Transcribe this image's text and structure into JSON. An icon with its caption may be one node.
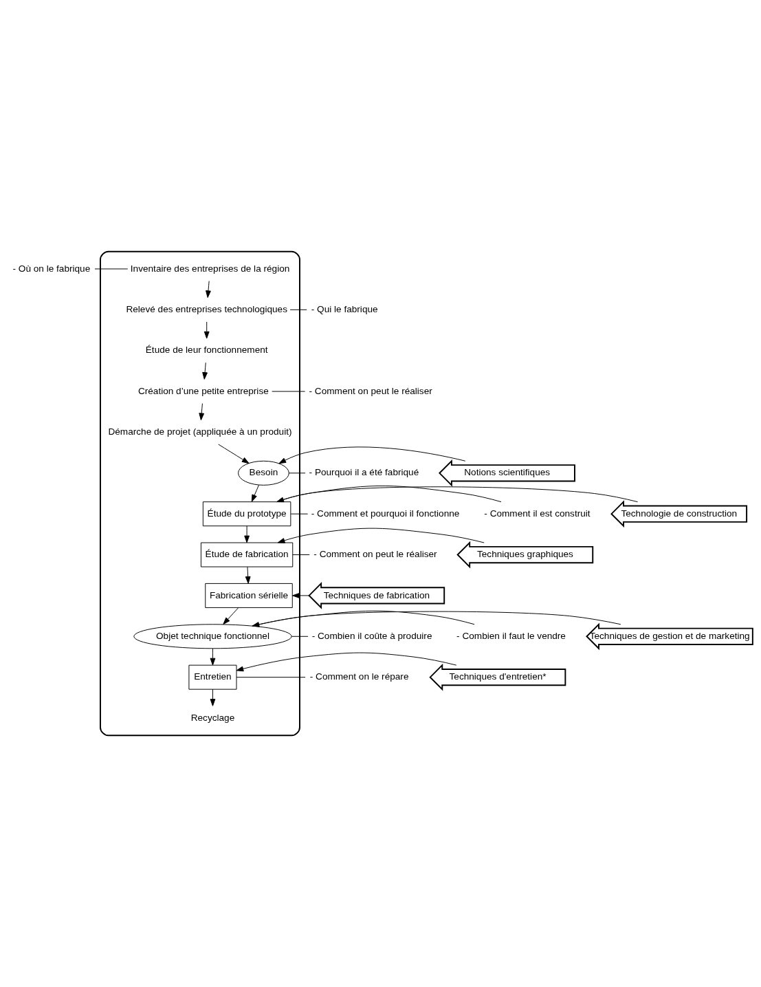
{
  "diagram": {
    "nodes": [
      {
        "text": [],
        "shape": "funnel"
      },
      {
        "text": [
          "Inventaire des entreprises de la région"
        ],
        "in": 0
      },
      {
        "text": [
          "Relevé des entreprises technologiques"
        ],
        "in": 0
      },
      {
        "text": [
          "Étude de leur fonctionnement"
        ],
        "in": 0
      },
      {
        "text": [
          "Création d’une petite entreprise"
        ],
        "in": 0
      },
      {
        "text": [
          "Démarche de projet (appliquée à un produit)"
        ],
        "in": 0
      },
      {
        "text": [
          "Besoin"
        ],
        "in": 0
      },
      {
        "text": [
          "Étude du prototype"
        ],
        "in": 0
      },
      {
        "text": [
          "Étude de fabrication"
        ],
        "in": 0
      },
      {
        "text": [
          "Fabrication sérielle"
        ],
        "in": 0
      },
      {
        "text": [
          "Objet technique fonctionnel"
        ],
        "in": 0
      },
      {
        "text": [
          "Entretien"
        ],
        "in": 0
      },
      {
        "text": [
          "Recyclage"
        ],
        "in": 0
      },
      {
        "text": [
          "- Où on le fabrique"
        ]
      },
      {
        "text": [
          "- Qui le fabrique"
        ]
      },
      {
        "text": [
          "- Comment on peut le réaliser"
        ]
      },
      {
        "text": [
          "- Pourquoi il a été fabriqué"
        ]
      },
      {
        "text": [
          "- Comment et pourquoi il fonctionne"
        ]
      },
      {
        "text": [
          "- Comment il est construit"
        ]
      },
      {
        "text": [
          "- Comment on peut le réaliser"
        ]
      },
      {
        "text": [
          "- Combien il coûte à produire"
        ]
      },
      {
        "text": [
          "- Combien il faut le vendre"
        ]
      },
      {
        "text": [
          "- Comment on le répare"
        ]
      },
      {
        "text": [
          "Notions scientifiques"
        ]
      },
      {
        "text": [
          "Technologie de construction"
        ]
      },
      {
        "text": [
          "Techniques graphiques"
        ]
      },
      {
        "text": [
          "Techniques de fabrication"
        ]
      },
      {
        "text": [
          "Techniques de gestion et de marketing"
        ]
      },
      {
        "text": [
          "Techniques d'entretien*"
        ]
      }
    ],
    "edges": [
      {
        "from": 1,
        "to": 2,
        "arrow": "to"
      },
      {
        "from": 2,
        "to": 3,
        "arrow": "to"
      },
      {
        "from": 3,
        "to": 4,
        "arrow": "to"
      },
      {
        "from": 4,
        "to": 5,
        "arrow": "to"
      },
      {
        "from": 5,
        "to": 6,
        "arrow": "to"
      },
      {
        "from": 6,
        "to": 7,
        "arrow": "to"
      },
      {
        "from": 7,
        "to": 8,
        "arrow": "to"
      },
      {
        "from": 8,
        "to": 9,
        "arrow": "to"
      },
      {
        "from": 9,
        "to": 10,
        "arrow": "to"
      },
      {
        "from": 10,
        "to": 11,
        "arrow": "to"
      },
      {
        "from": 11,
        "to": 12,
        "arrow": "to"
      },
      {
        "from": 13,
        "to": 1,
        "arrow": "none"
      },
      {
        "from": 14,
        "to": 2,
        "arrow": "none"
      },
      {
        "from": 15,
        "to": 4,
        "arrow": "none"
      },
      {
        "from": 16,
        "to": 6,
        "arrow": "none"
      },
      {
        "from": 17,
        "to": 7,
        "arrow": "none"
      },
      {
        "from": 18,
        "to": 7,
        "arrow": "none"
      },
      {
        "from": 19,
        "to": 8,
        "arrow": "none"
      },
      {
        "from": 20,
        "to": 10,
        "arrow": "none"
      },
      {
        "from": 21,
        "to": 10,
        "arrow": "none"
      },
      {
        "from": 22,
        "to": 11,
        "arrow": "none"
      },
      {
        "from": 23,
        "to": 6,
        "arrow": "to"
      },
      {
        "from": 24,
        "to": 7,
        "arrow": "to"
      },
      {
        "from": 25,
        "to": 8,
        "arrow": "to"
      },
      {
        "from": 26,
        "to": 9,
        "arrow": "to"
      },
      {
        "from": 27,
        "to": 10,
        "arrow": "to"
      },
      {
        "from": 28,
        "to": 11,
        "arrow": "to"
      }
    ]
  }
}
